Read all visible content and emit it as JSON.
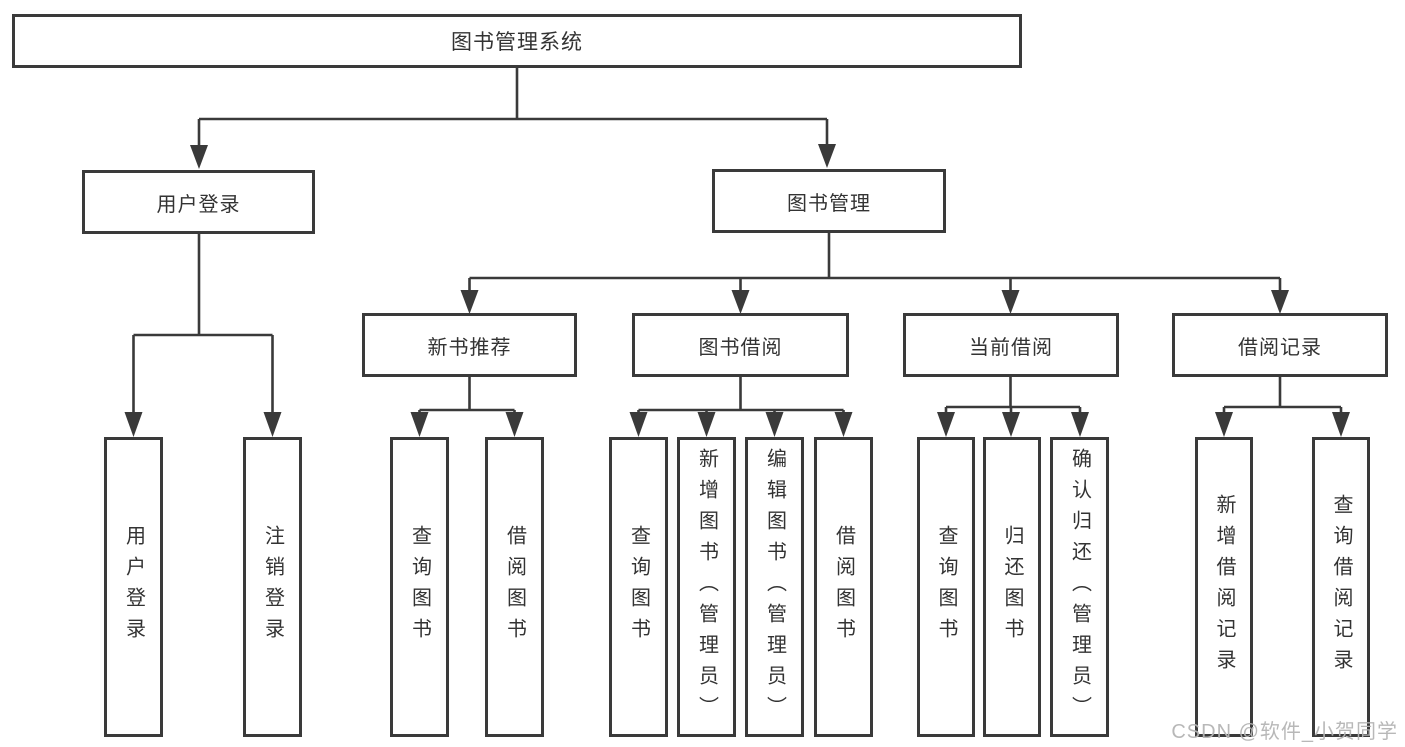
{
  "diagram_type": "hierarchy-tree",
  "tree": {
    "label": "图书管理系统",
    "children": [
      {
        "label": "用户登录",
        "children": [
          {
            "label": "用户登录"
          },
          {
            "label": "注销登录"
          }
        ]
      },
      {
        "label": "图书管理",
        "children": [
          {
            "label": "新书推荐",
            "children": [
              {
                "label": "查询图书"
              },
              {
                "label": "借阅图书"
              }
            ]
          },
          {
            "label": "图书借阅",
            "children": [
              {
                "label": "查询图书"
              },
              {
                "label": "新增图书（管理员）"
              },
              {
                "label": "编辑图书（管理员）"
              },
              {
                "label": "借阅图书"
              }
            ]
          },
          {
            "label": "当前借阅",
            "children": [
              {
                "label": "查询图书"
              },
              {
                "label": "归还图书"
              },
              {
                "label": "确认归还（管理员）"
              }
            ]
          },
          {
            "label": "借阅记录",
            "children": [
              {
                "label": "新增借阅记录"
              },
              {
                "label": "查询借阅记录"
              }
            ]
          }
        ]
      }
    ]
  },
  "watermark": {
    "text": "CSDN @软件_小贺同学"
  },
  "colors": {
    "line": "#3a3a3a",
    "text": "#333333",
    "background": "#ffffff",
    "watermark": "#b5b5b5"
  }
}
